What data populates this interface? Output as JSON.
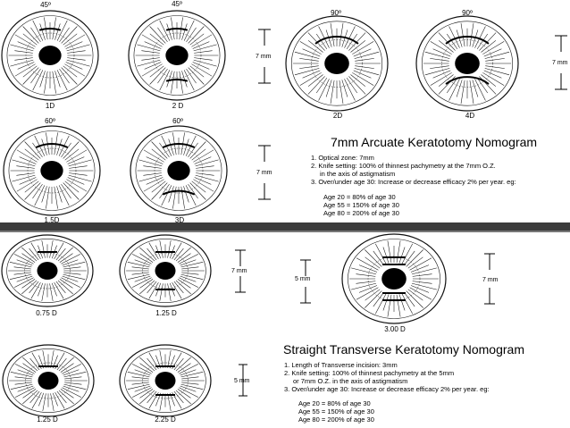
{
  "colors": {
    "line": "#000000",
    "band": "#3c3c3c",
    "ink": "#111111"
  },
  "arcuate": {
    "title": "7mm Arcuate Keratotomy Nomogram",
    "notes": [
      "1. Optical zone: 7mm",
      "2. Knife setting: 100% of thinnest pachymetry at the 7mm O.Z.",
      "in the axis of astigmatism",
      "3. Over/under age 30: Increase or decrease efficacy 2% per year. eg:"
    ],
    "ages": [
      "Age 20 =  80% of age 30",
      "Age 55 = 150% of age 30",
      "Age 80 = 200% of age 30"
    ],
    "eyes": [
      {
        "angle": "45º",
        "result": "1D"
      },
      {
        "angle": "45º",
        "result": "2 D"
      },
      {
        "angle": "90º",
        "result": "2D"
      },
      {
        "angle": "90º",
        "result": "4D"
      },
      {
        "angle": "60º",
        "result": "1.5D"
      },
      {
        "angle": "60º",
        "result": "3D"
      }
    ],
    "dims": [
      "7 mm",
      "7 mm",
      "7 mm"
    ]
  },
  "transverse": {
    "title": "Straight Transverse Keratotomy Nomogram",
    "notes": [
      "1. Length of Transverse incision: 3mm",
      "2. Knife setting: 100% of thinnest pachymetry at the 5mm",
      "or 7mm O.Z. in the axis of astigmatism",
      "3. Over/under age 30: Increase or decrease efficacy 2% per year. eg:"
    ],
    "ages": [
      "Age 20 =  80% of age 30",
      "Age 55 = 150% of age 30",
      "Age 80 = 200% of age 30"
    ],
    "eyes": [
      {
        "result": "0.75 D"
      },
      {
        "result": "1.25 D"
      },
      {
        "result": "3.00 D"
      },
      {
        "result": "1.25 D"
      },
      {
        "result": "2.25 D"
      }
    ],
    "dims": [
      "7 mm",
      "5 mm",
      "7 mm",
      "5 mm"
    ]
  }
}
